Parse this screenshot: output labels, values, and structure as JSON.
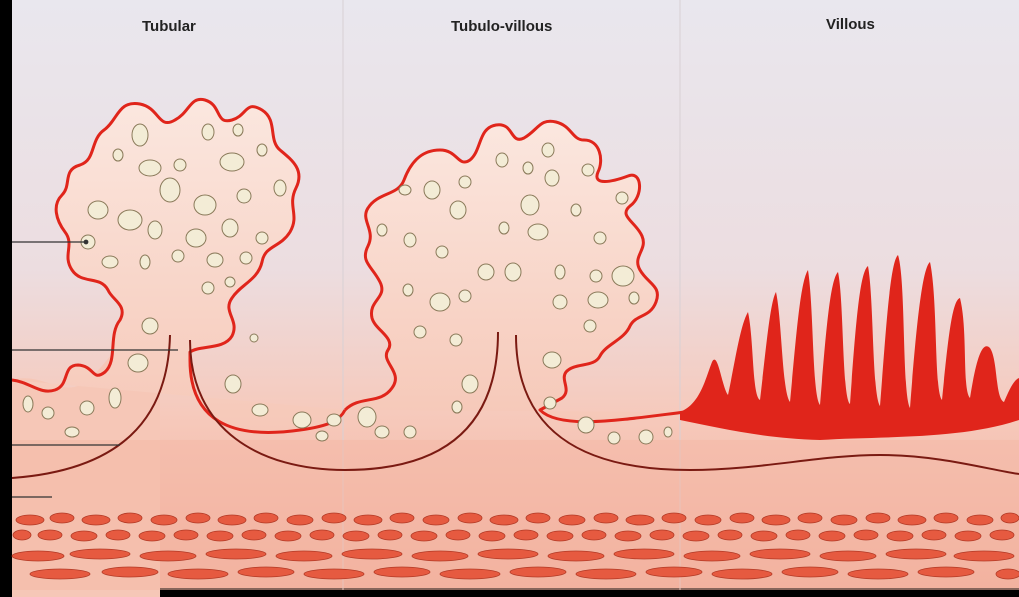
{
  "panels": {
    "tubular": {
      "title": "Tubular"
    },
    "tubulo_villous": {
      "title": "Tubulo-villous"
    },
    "villous": {
      "title": "Villous"
    }
  },
  "colors": {
    "background_top": "#e6e4ec",
    "tissue_light": "#f7d3c6",
    "tissue_dark": "#efa28c",
    "epithelium_red": "#e0251b",
    "gland_fill": "#f3ecd6",
    "muscle": "#e65a40"
  }
}
